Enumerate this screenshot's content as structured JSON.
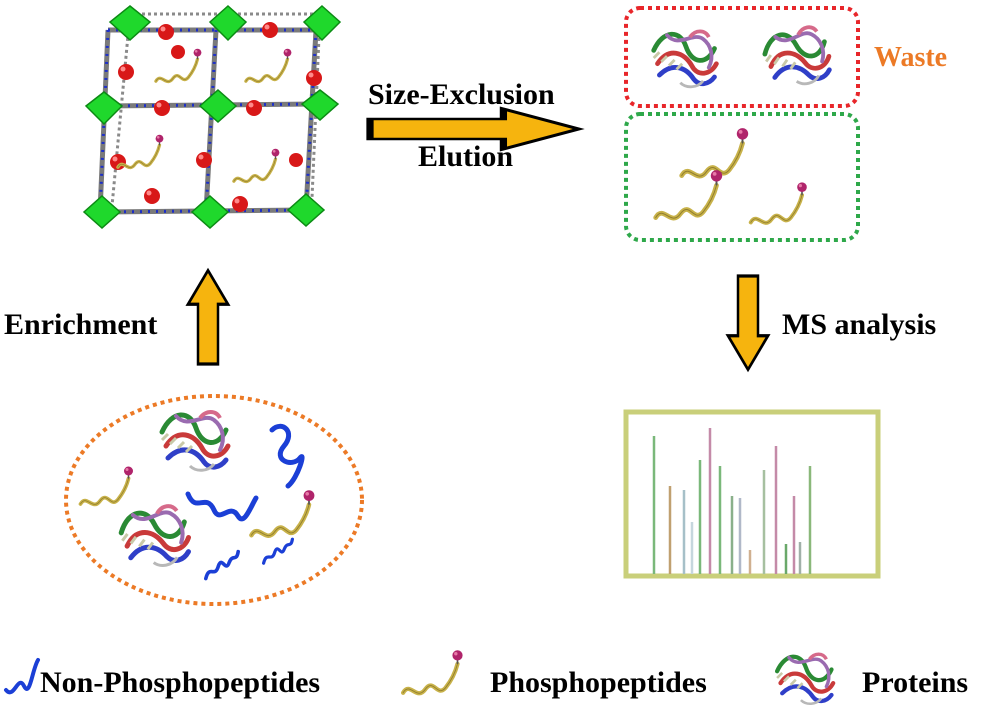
{
  "labels": {
    "size_exclusion": "Size-Exclusion",
    "elution": "Elution",
    "waste": "Waste",
    "enrichment": "Enrichment",
    "ms_analysis": "MS analysis"
  },
  "legend": {
    "non_phospho": "Non-Phosphopeptides",
    "phospho": "Phosphopeptides",
    "proteins": "Proteins"
  },
  "colors": {
    "arrow_fill": "#f6b40e",
    "waste_box": "#e8262a",
    "product_box": "#2ea84a",
    "sample_oval": "#ec7a26",
    "waste_text": "#ec7a26",
    "spectrum_frame": "#c9cf7a",
    "non_phospho": "#1b3fd6",
    "phospho_chain": "#c8b24a",
    "phospho_bead": "#b0246b",
    "mof_node": "#1fd82c",
    "mof_sphere": "#d81818"
  },
  "icons": {
    "mof": "mof-framework-icon",
    "protein": "protein-ribbon-icon",
    "phospho": "phosphopeptide-icon",
    "non_phospho": "non-phosphopeptide-icon",
    "spectrum": "mass-spectrum-icon"
  }
}
